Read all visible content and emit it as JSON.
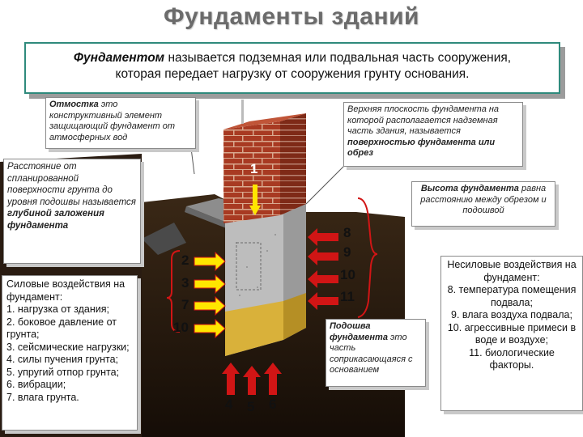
{
  "title": "Фундаменты зданий",
  "definition": {
    "term": "Фундаментом",
    "text1": " называется подземная или подвальная часть сооружения,",
    "text2": "которая передает нагрузку от сооружения грунту основания."
  },
  "otmostka": {
    "term": "Отмостка",
    "text": " это конструктивный элемент защищающий фундамент от атмосферных вод"
  },
  "top_plane": {
    "text": "Верхняя плоскость фундамента на которой располагается надземная часть здания, называется ",
    "bold": "поверхностью фундамента или обрез"
  },
  "depth_note": {
    "text": "Расстояние от спланированной поверхности грунта до уровня подошвы называется ",
    "bold": "глубиной заложения фундамента"
  },
  "height_note": {
    "bold": "Высота фундамента",
    "text": " равна расстоянию между обрезом и подошвой"
  },
  "sole_note": {
    "bold": "Подошва фундамента",
    "text": " это часть соприкасающаяся с основанием"
  },
  "force_loads": {
    "heading": "Силовые воздействия на фундамент:",
    "items": [
      "1. нагрузка от здания;",
      "2. боковое давление от грунта;",
      "3. сейсмические нагрузки;",
      "4. силы пучения грунта;",
      "5. упругий отпор грунта;",
      "6. вибрации;",
      "7. влага грунта."
    ]
  },
  "nonforce_loads": {
    "heading": "Несиловые воздействия на фундамент:",
    "items": [
      "8. температура помещения подвала;",
      "9. влага воздуха подвала;",
      "10. агрессивные примеси в воде и воздухе;",
      "11. биологические факторы."
    ]
  },
  "numbers": {
    "n1": "1",
    "n2": "2",
    "n3": "3",
    "n7": "7",
    "n10l": "10",
    "n8": "8",
    "n9": "9",
    "n10r": "10",
    "n11": "11",
    "n4": "4",
    "n5": "5",
    "n6": "6"
  },
  "colors": {
    "accent": "#2f8a7c",
    "arrow": "#d11515",
    "arrow_head": "#ffe600",
    "brick": "#a83a22",
    "concrete": "#b9b9b9",
    "sand": "#d9b13a",
    "soil": "#2a1c12"
  }
}
